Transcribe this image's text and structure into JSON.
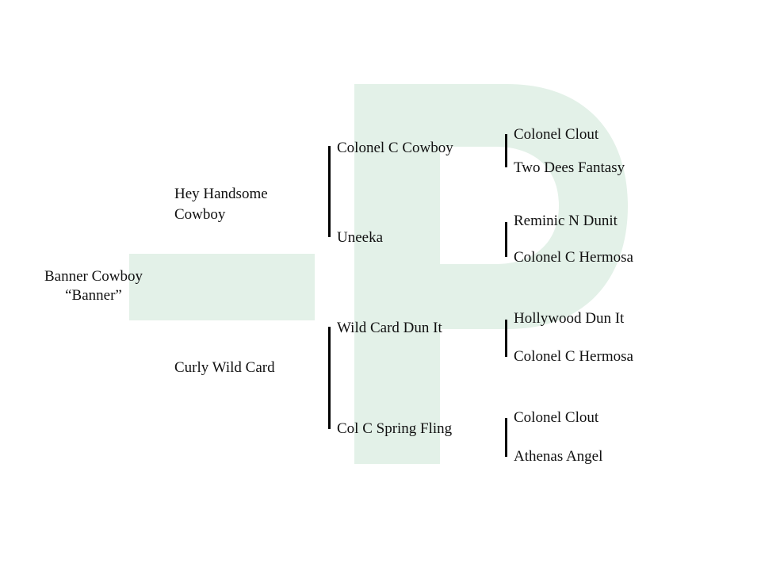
{
  "watermark_color": "#e3f1e8",
  "subject": {
    "line1": "Banner Cowboy",
    "line2": "“Banner”"
  },
  "sire": {
    "line1": "Hey Handsome",
    "line2": "Cowboy"
  },
  "dam": "Curly Wild Card",
  "gen3": [
    "Colonel C Cowboy",
    "Uneeka",
    "Wild Card Dun It",
    "Col C Spring Fling"
  ],
  "gen4": [
    "Colonel Clout",
    "Two Dees Fantasy",
    "Reminic N Dunit",
    "Colonel C Hermosa",
    "Hollywood Dun It",
    "Colonel C Hermosa",
    "Colonel Clout",
    "Athenas Angel"
  ]
}
